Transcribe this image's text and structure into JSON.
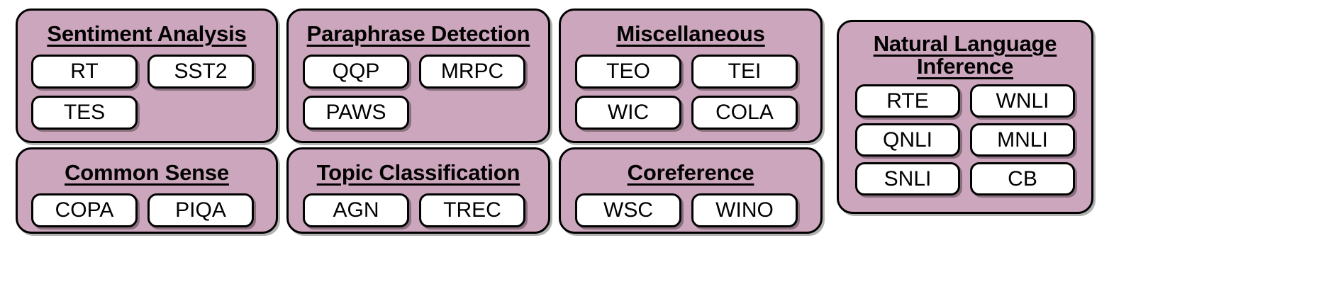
{
  "diagram": {
    "colors": {
      "panel_fill": "#cca6bc",
      "panel_border": "#000000",
      "pill_fill": "#ffffff",
      "pill_border": "#000000",
      "background": "#ffffff"
    },
    "groups": [
      {
        "id": "sentiment-analysis",
        "title": "Sentiment Analysis",
        "items": [
          "RT",
          "SST2",
          "TES"
        ]
      },
      {
        "id": "paraphrase-detection",
        "title": "Paraphrase Detection",
        "items": [
          "QQP",
          "MRPC",
          "PAWS"
        ]
      },
      {
        "id": "miscellaneous",
        "title": "Miscellaneous",
        "items": [
          "TEO",
          "TEI",
          "WIC",
          "COLA"
        ]
      },
      {
        "id": "common-sense",
        "title": "Common Sense",
        "items": [
          "COPA",
          "PIQA"
        ]
      },
      {
        "id": "topic-classification",
        "title": "Topic Classification",
        "items": [
          "AGN",
          "TREC"
        ]
      },
      {
        "id": "coreference",
        "title": "Coreference",
        "items": [
          "WSC",
          "WINO"
        ]
      },
      {
        "id": "natural-language-inference",
        "title": "Natural Language Inference",
        "title_line1": "Natural Language",
        "title_line2": "Inference",
        "items": [
          "RTE",
          "WNLI",
          "QNLI",
          "MNLI",
          "SNLI",
          "CB"
        ]
      }
    ]
  }
}
